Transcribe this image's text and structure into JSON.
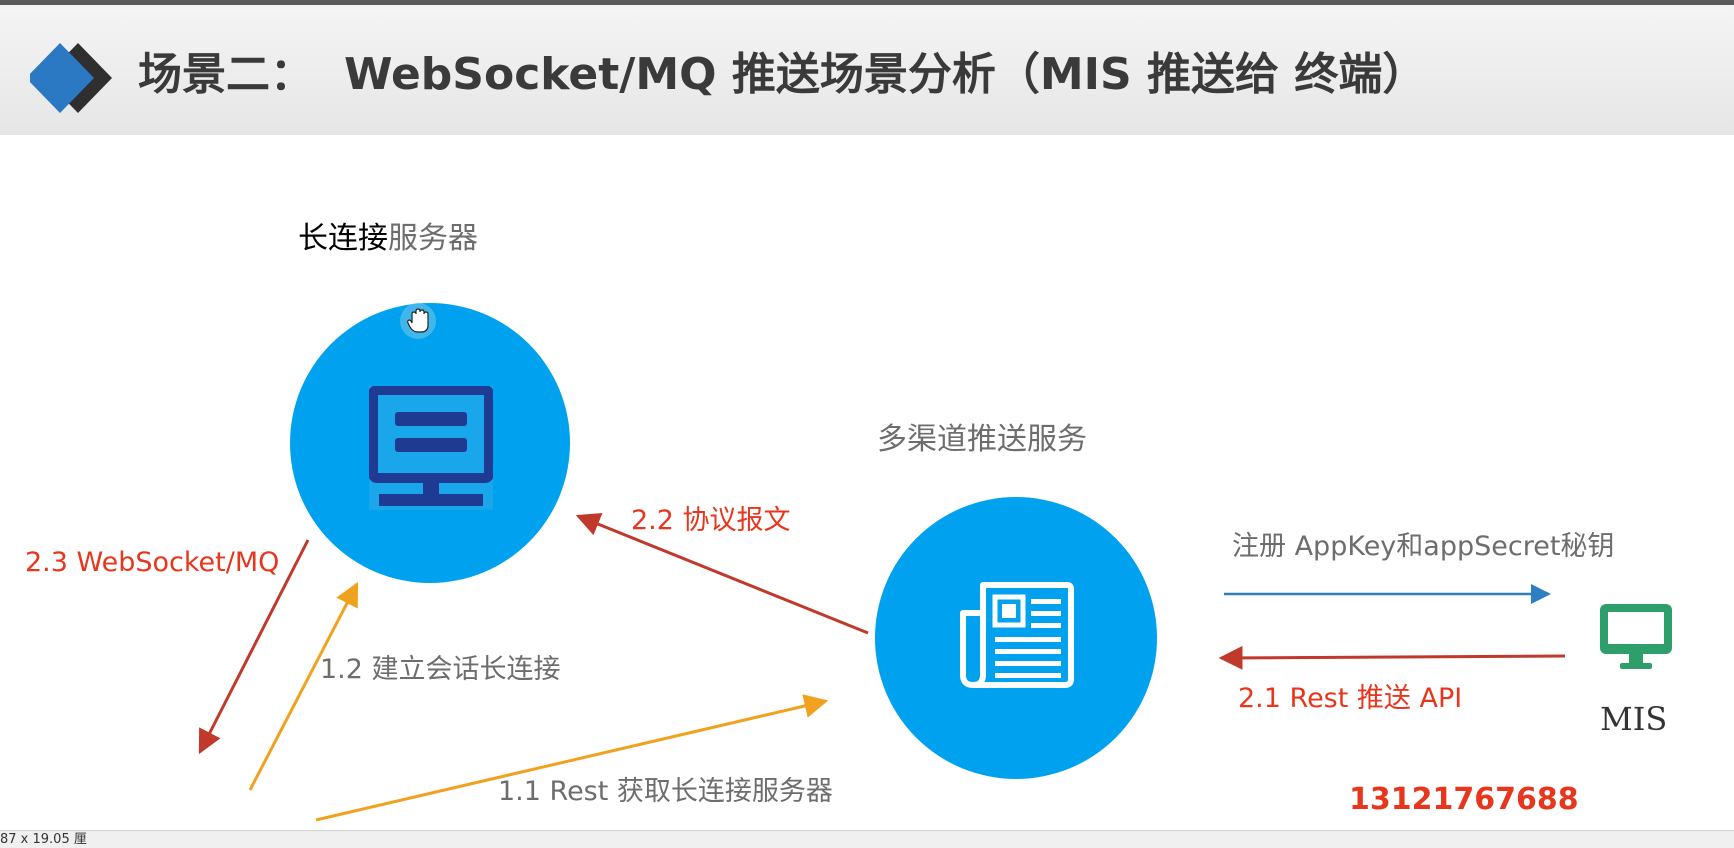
{
  "header": {
    "title_part1": "场景二：",
    "title_part2": "WebSocket/MQ 推送场景分析（MIS 推送给 终端）"
  },
  "nodes": {
    "long_conn_server": {
      "label_bold": "长连接",
      "label_rest": "服务器"
    },
    "multi_channel_push": {
      "label": "多渠道推送服务"
    },
    "mis": {
      "label": "MIS"
    }
  },
  "edges": {
    "e_2_2": "2.2   协议报文",
    "e_2_3": "2.3 WebSocket/MQ",
    "e_1_2": "1.2 建立会话长连接",
    "e_1_1": "1.1  Rest  获取长连接服务器",
    "e_register": "注册 AppKey和appSecret秘钥",
    "e_2_1": "2.1   Rest 推送 API"
  },
  "footer": {
    "phone": "13121767688"
  },
  "status_bar": {
    "text": "87 x 19.05 厘"
  },
  "colors": {
    "node_fill": "#00a2ef",
    "red_arrow": "#c0392b",
    "orange_arrow": "#f0a21f",
    "blue_arrow": "#2e7fc2",
    "red_text": "#e8361c",
    "monitor_green": "#2e9e6b",
    "server_icon": "#1f3a93"
  },
  "icons": {
    "logo": "diamond-logo-icon",
    "server": "server-icon",
    "newspaper": "newspaper-icon",
    "monitor": "monitor-icon",
    "cursor": "hand-cursor-icon"
  }
}
